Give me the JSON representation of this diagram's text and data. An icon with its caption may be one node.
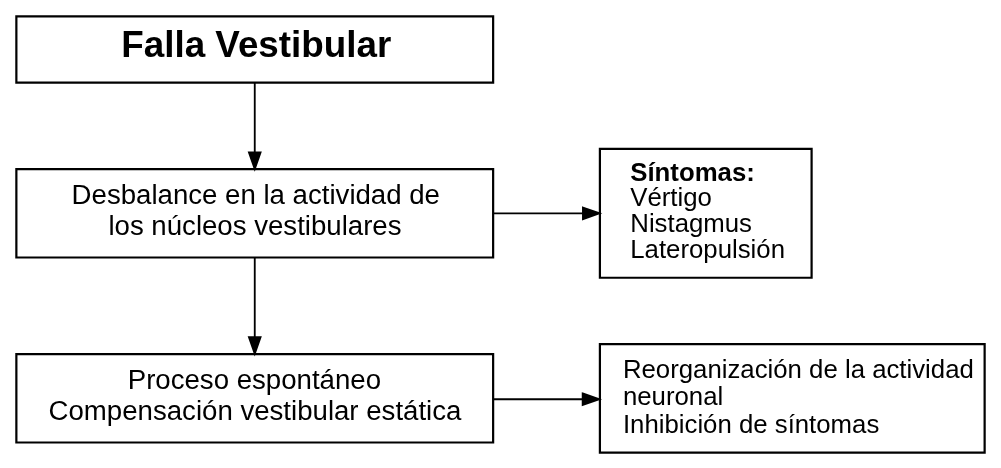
{
  "diagram": {
    "nodes": [
      {
        "text": [
          "Falla Vestibular"
        ]
      },
      {
        "text": [
          "Desbalance en la actividad de los núcleos vestibulares"
        ]
      },
      {
        "text": [
          "Síntomas:",
          "Vértigo",
          "Nistagmus",
          "Lateropulsión"
        ]
      },
      {
        "text": [
          "Proceso espontáneo",
          "Compensación vestibular estática"
        ]
      },
      {
        "text": [
          "Reorganización de la actividad neuronal",
          "Inhibición de síntomas"
        ]
      }
    ],
    "edges": [
      {
        "from": 0,
        "to": 1,
        "arrow": "to"
      },
      {
        "from": 1,
        "to": 2,
        "arrow": "to"
      },
      {
        "from": 1,
        "to": 3,
        "arrow": "to"
      },
      {
        "from": 3,
        "to": 4,
        "arrow": "to"
      }
    ]
  }
}
